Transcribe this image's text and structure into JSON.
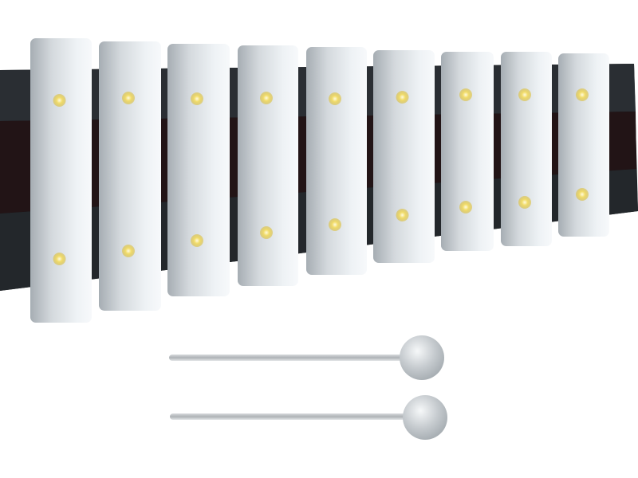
{
  "instrument": {
    "name": "xylophone",
    "bar_count": 9,
    "bars": [
      {
        "id": "bar-1"
      },
      {
        "id": "bar-2"
      },
      {
        "id": "bar-3"
      },
      {
        "id": "bar-4"
      },
      {
        "id": "bar-5"
      },
      {
        "id": "bar-6"
      },
      {
        "id": "bar-7"
      },
      {
        "id": "bar-8"
      },
      {
        "id": "bar-9"
      }
    ]
  },
  "mallets": [
    {
      "id": "mallet-1"
    },
    {
      "id": "mallet-2"
    }
  ],
  "colors": {
    "background": "#ffffff",
    "frame": "#111315",
    "frame_rail": "#2a2e33",
    "frame_gap": "#241416",
    "bar_dark": "#a9b0b6",
    "bar_light": "#f2f5f8",
    "screw": "#e8cf4a",
    "screw_center": "#fff6c8",
    "mallet_stick": "#b9bdc1",
    "mallet_head": "#c3c8cc"
  }
}
